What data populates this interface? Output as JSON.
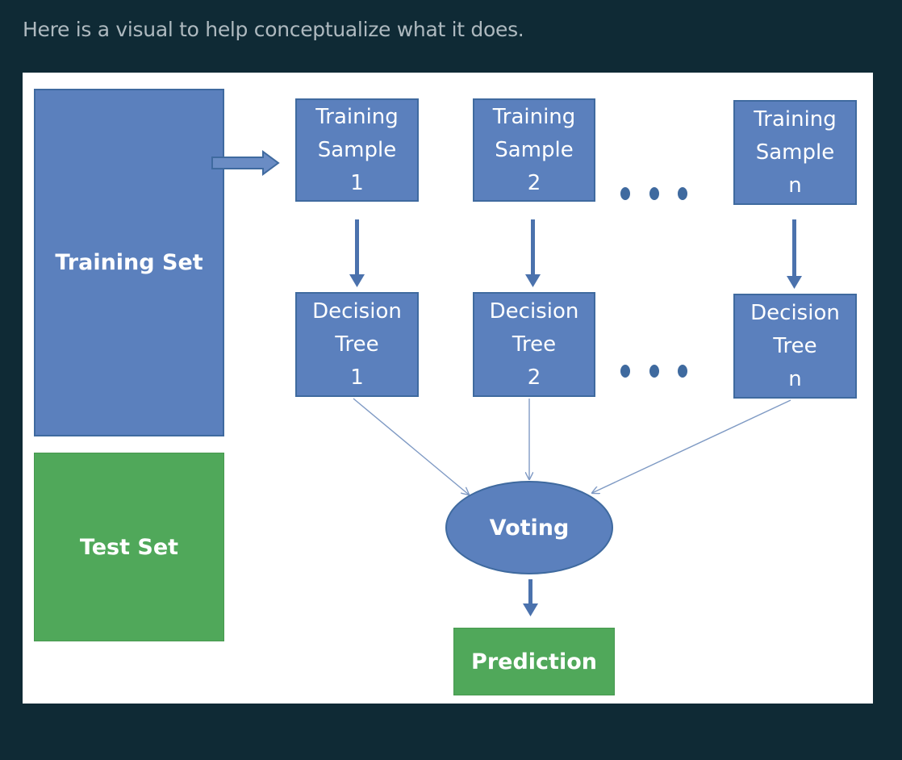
{
  "caption": "Here is a visual to help conceptualize what it does.",
  "diagram": {
    "training_set": "Training Set",
    "test_set": "Test Set",
    "samples": [
      {
        "line1": "Training",
        "line2": "Sample",
        "line3": "1"
      },
      {
        "line1": "Training",
        "line2": "Sample",
        "line3": "2"
      },
      {
        "line1": "Training",
        "line2": "Sample",
        "line3": "n"
      }
    ],
    "trees": [
      {
        "line1": "Decision",
        "line2": "Tree",
        "line3": "1"
      },
      {
        "line1": "Decision",
        "line2": "Tree",
        "line3": "2"
      },
      {
        "line1": "Decision",
        "line2": "Tree",
        "line3": "n"
      }
    ],
    "voting": "Voting",
    "prediction": "Prediction"
  },
  "colors": {
    "page_background": "#0f2a35",
    "caption_text": "#aeb9bf",
    "box_blue": "#5b80bd",
    "box_blue_border": "#3f6a9f",
    "box_green": "#50a85a",
    "connector": "#7f9ac4"
  }
}
